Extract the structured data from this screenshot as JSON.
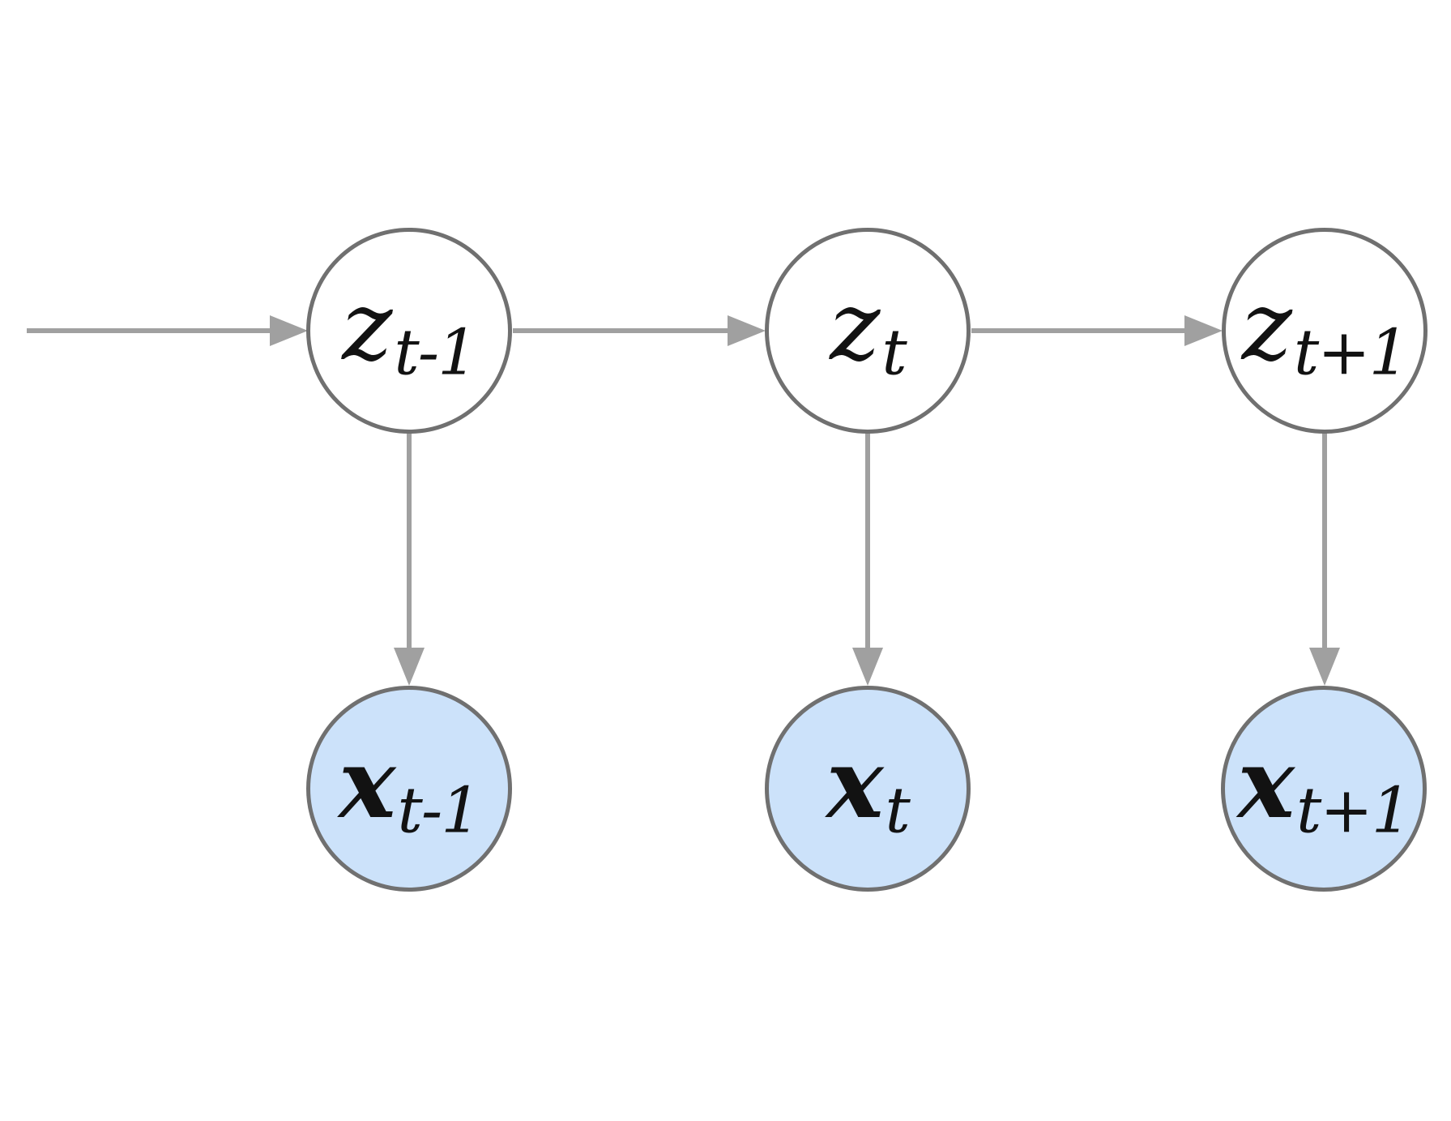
{
  "diagram": {
    "kind": "graphical-model",
    "description": "State-space / hidden Markov model chain with latent states z and observed variables x",
    "colors": {
      "latent_fill": "#ffffff",
      "observed_fill": "#cce2fa",
      "node_stroke": "#707070",
      "arrow": "#a0a0a0",
      "label_text": "#121212"
    },
    "nodes": [
      {
        "id": "z_t-1",
        "main": "z",
        "sub": "t-1",
        "kind": "latent",
        "row": "top"
      },
      {
        "id": "z_t",
        "main": "z",
        "sub": "t",
        "kind": "latent",
        "row": "top"
      },
      {
        "id": "z_t+1",
        "main": "z",
        "sub": "t+1",
        "kind": "latent",
        "row": "top"
      },
      {
        "id": "x_t-1",
        "main": "x",
        "sub": "t-1",
        "kind": "observed",
        "row": "bottom"
      },
      {
        "id": "x_t",
        "main": "x",
        "sub": "t",
        "kind": "observed",
        "row": "bottom"
      },
      {
        "id": "x_t+1",
        "main": "x",
        "sub": "t+1",
        "kind": "observed",
        "row": "bottom"
      }
    ],
    "edges": [
      {
        "from": "incoming",
        "to": "z_t-1",
        "direction": "right"
      },
      {
        "from": "z_t-1",
        "to": "z_t",
        "direction": "right"
      },
      {
        "from": "z_t",
        "to": "z_t+1",
        "direction": "right"
      },
      {
        "from": "z_t-1",
        "to": "x_t-1",
        "direction": "down"
      },
      {
        "from": "z_t",
        "to": "x_t",
        "direction": "down"
      },
      {
        "from": "z_t+1",
        "to": "x_t+1",
        "direction": "down"
      }
    ]
  }
}
